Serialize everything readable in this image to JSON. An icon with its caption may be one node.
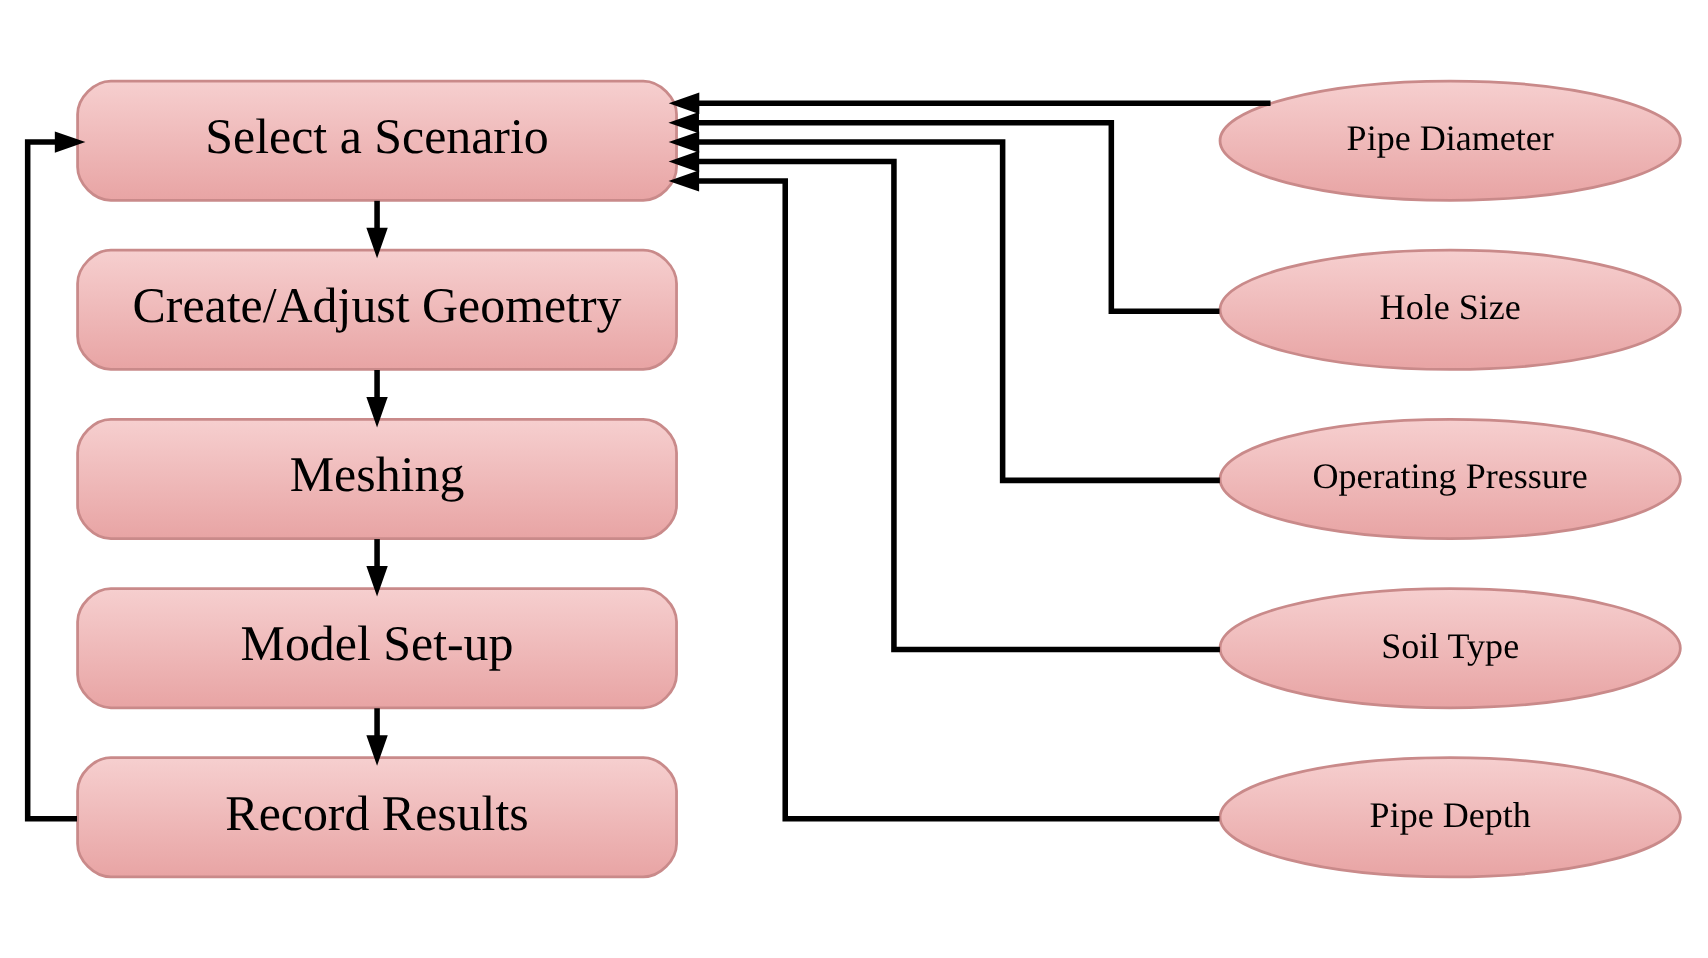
{
  "diagram": {
    "nodes": [
      {
        "text": [
          "Select a Scenario"
        ]
      },
      {
        "text": [
          "Create/Adjust Geometry"
        ]
      },
      {
        "text": [
          "Meshing"
        ]
      },
      {
        "text": [
          "Model Set-up"
        ]
      },
      {
        "text": [
          "Record Results"
        ]
      },
      {
        "text": [
          "Pipe Diameter"
        ]
      },
      {
        "text": [
          "Hole Size"
        ]
      },
      {
        "text": [
          "Operating Pressure"
        ]
      },
      {
        "text": [
          "Soil Type"
        ]
      },
      {
        "text": [
          "Pipe Depth"
        ]
      }
    ],
    "edges": [
      {
        "from": 0,
        "to": 1,
        "arrow": "to"
      },
      {
        "from": 1,
        "to": 2,
        "arrow": "to"
      },
      {
        "from": 2,
        "to": 3,
        "arrow": "to"
      },
      {
        "from": 3,
        "to": 4,
        "arrow": "to"
      },
      {
        "from": 4,
        "to": 0,
        "arrow": "to"
      },
      {
        "from": 5,
        "to": 0,
        "arrow": "to"
      },
      {
        "from": 6,
        "to": 0,
        "arrow": "to"
      },
      {
        "from": 7,
        "to": 0,
        "arrow": "to"
      },
      {
        "from": 8,
        "to": 0,
        "arrow": "to"
      },
      {
        "from": 9,
        "to": 0,
        "arrow": "to"
      }
    ]
  }
}
